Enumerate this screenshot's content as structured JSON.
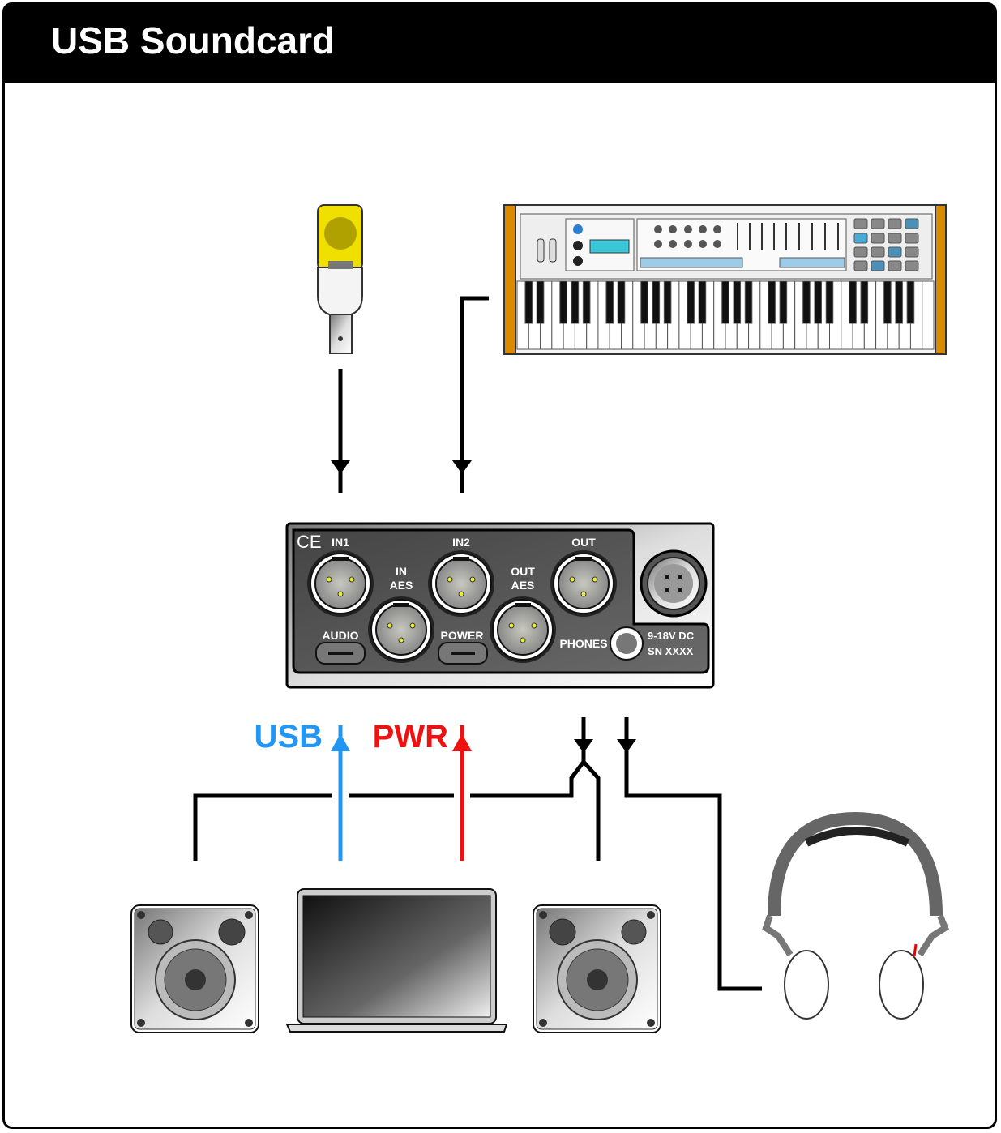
{
  "header": {
    "title": "USB Soundcard"
  },
  "interface": {
    "ce_mark": "CE",
    "in1": "IN1",
    "in2": "IN2",
    "out": "OUT",
    "in_aes_1": "IN",
    "in_aes_2": "AES",
    "out_aes_1": "OUT",
    "out_aes_2": "AES",
    "audio": "AUDIO",
    "power": "POWER",
    "phones": "PHONES",
    "dc": "9-18V DC",
    "serial": "SN XXXX"
  },
  "connections": {
    "usb_label": "USB",
    "pwr_label": "PWR",
    "usb_color": "#2196f3",
    "pwr_color": "#ee1111"
  }
}
